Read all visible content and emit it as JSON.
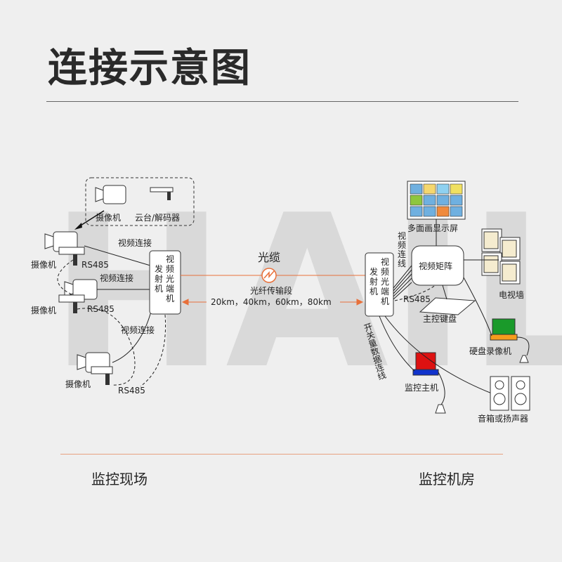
{
  "title": "连接示意图",
  "watermark": "HAILE",
  "sections": {
    "left": "监控现场",
    "right": "监控机房"
  },
  "legend": {
    "camera": "摄像机",
    "ptz": "云台/解码器"
  },
  "cameras": [
    {
      "label": "摄像机",
      "rs485": "RS485",
      "link": "视频连接"
    },
    {
      "label": "摄像机",
      "rs485": "RS485",
      "link": "视频连接"
    },
    {
      "label": "摄像机",
      "rs485": "RS485",
      "link": "视频连接"
    }
  ],
  "transmitter": {
    "line1": "视频光端机",
    "line2": "发射机"
  },
  "receiver": {
    "line1": "视频光端机",
    "line2": "发射机"
  },
  "fiber": {
    "label": "光缆",
    "segment": "光纤传输段",
    "distances": "20km，40km，60km，80km"
  },
  "matrix": "视频矩阵",
  "display": "多面画显示屏",
  "video_link": "视频连线",
  "rs485_right": "RS485",
  "keyboard": "主控键盘",
  "tv_wall": "电视墙",
  "dvr": "硬盘录像机",
  "host": "监控主机",
  "switch_link": "开关量数据连线",
  "speaker": "音箱或扬声器",
  "colors": {
    "accent": "#e8703a",
    "rule": "#666666",
    "rule_bottom": "#e8a080",
    "dvr": "#1a9a2a",
    "host_top": "#dd1111",
    "host_base": "#1133cc",
    "dvr_base": "#f59c1c",
    "tv_panel": "#f5eccf"
  },
  "display_cells": [
    "#6fb0e0",
    "#f5d76e",
    "#8fd1f0",
    "#f0e060",
    "#8ec63f",
    "#6fb0e0",
    "#6fb0e0",
    "#6fb0e0",
    "#6fb0e0",
    "#6fb0e0",
    "#f08a3c",
    "#6fb0e0"
  ]
}
